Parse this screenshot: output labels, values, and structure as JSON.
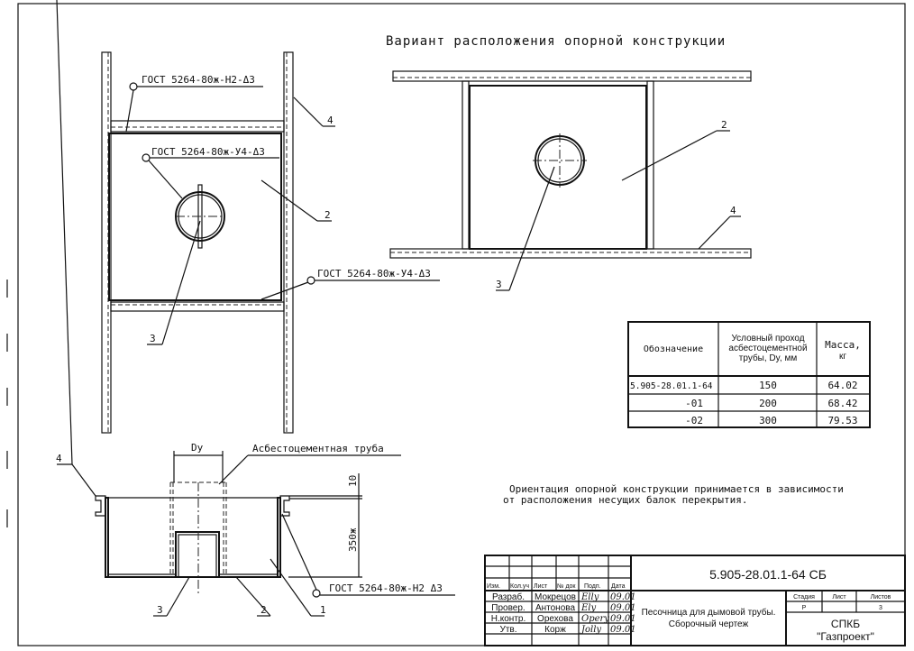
{
  "drawing": {
    "variant_title": "Вариант расположения опорной конструкции",
    "weld_top": "ГОСТ 5264-80ж-Н2-Δ3",
    "weld_mid": "ГОСТ 5264-80ж-У4-Δ3",
    "weld_bottom": "ГОСТ 5264-80ж-У4-Δ3",
    "weld_section": "ГОСТ 5264-80ж-Н2 Δ3",
    "pipe_label": "Асбестоцементная труба",
    "dim_dy": "Dy",
    "dim_10": "10",
    "dim_350": "350ж",
    "pos_1": "1",
    "pos_2": "2",
    "pos_3": "3",
    "pos_4": "4",
    "note_line1": "Ориентация опорной конструкции принимается в зависимости",
    "note_line2": "от расположения несущих балок перекрытия."
  },
  "table": {
    "headers": [
      "Обозначение",
      "Условный проход",
      "асбестоцементной",
      "трубы, Dy, мм",
      "Масса,",
      "кг"
    ],
    "rows": [
      {
        "designation": "5.905-28.01.1-64",
        "dy": "150",
        "mass": "64.02"
      },
      {
        "designation": "-01",
        "dy": "200",
        "mass": "68.42"
      },
      {
        "designation": "-02",
        "dy": "300",
        "mass": "79.53"
      }
    ]
  },
  "title_block": {
    "doc_code": "5.905-28.01.1-64 СБ",
    "col_headers": [
      "Изм.",
      "Кол.уч",
      "Лист",
      "№ док",
      "Подп.",
      "Дата"
    ],
    "people": [
      {
        "role": "Разраб.",
        "name": "Мокрецов",
        "sign": "Elly",
        "date": "09.01"
      },
      {
        "role": "Провер.",
        "name": "Антонова",
        "sign": "Ely",
        "date": "09.01"
      },
      {
        "role": "Н.контр.",
        "name": "Орехова",
        "sign": "Opery",
        "date": "09.01"
      },
      {
        "role": "Утв.",
        "name": "Корж",
        "sign": "Jolly",
        "date": "09.01"
      }
    ],
    "title_line1": "Песочница для дымовой трубы.",
    "title_line2": "Сборочный чертеж",
    "stage_label": "Стадия",
    "sheet_label": "Лист",
    "sheets_label": "Листов",
    "stage": "Р",
    "sheet": "",
    "sheets": "3",
    "org_line1": "СПКБ",
    "org_line2": "\"Газпроект\""
  }
}
